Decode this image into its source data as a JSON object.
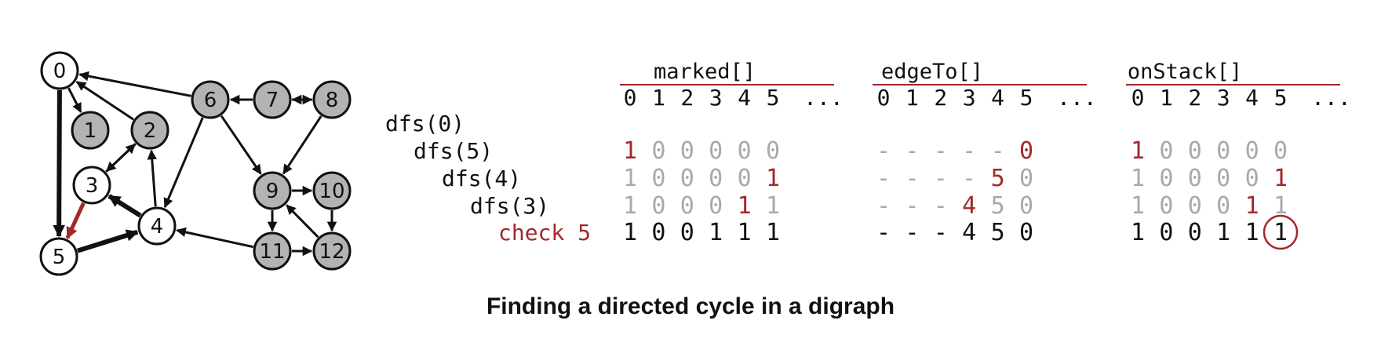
{
  "graph": {
    "nodes": [
      {
        "id": "0",
        "label": "0",
        "fill": "white"
      },
      {
        "id": "1",
        "label": "1",
        "fill": "gray"
      },
      {
        "id": "2",
        "label": "2",
        "fill": "gray"
      },
      {
        "id": "3",
        "label": "3",
        "fill": "white"
      },
      {
        "id": "4",
        "label": "4",
        "fill": "white"
      },
      {
        "id": "5",
        "label": "5",
        "fill": "white"
      },
      {
        "id": "6",
        "label": "6",
        "fill": "gray"
      },
      {
        "id": "7",
        "label": "7",
        "fill": "gray"
      },
      {
        "id": "8",
        "label": "8",
        "fill": "gray"
      },
      {
        "id": "9",
        "label": "9",
        "fill": "gray"
      },
      {
        "id": "10",
        "label": "10",
        "fill": "gray"
      },
      {
        "id": "11",
        "label": "11",
        "fill": "gray"
      },
      {
        "id": "12",
        "label": "12",
        "fill": "gray"
      }
    ],
    "edges": [
      {
        "from": "0",
        "to": "1",
        "style": "normal"
      },
      {
        "from": "0",
        "to": "5",
        "style": "thick"
      },
      {
        "from": "2",
        "to": "0",
        "style": "normal"
      },
      {
        "from": "2",
        "to": "3",
        "style": "normal"
      },
      {
        "from": "3",
        "to": "2",
        "style": "normal"
      },
      {
        "from": "3",
        "to": "5",
        "style": "red"
      },
      {
        "from": "4",
        "to": "2",
        "style": "normal"
      },
      {
        "from": "4",
        "to": "3",
        "style": "thick"
      },
      {
        "from": "5",
        "to": "4",
        "style": "thick"
      },
      {
        "from": "6",
        "to": "0",
        "style": "normal"
      },
      {
        "from": "6",
        "to": "4",
        "style": "normal"
      },
      {
        "from": "6",
        "to": "9",
        "style": "normal"
      },
      {
        "from": "7",
        "to": "6",
        "style": "normal"
      },
      {
        "from": "7",
        "to": "8",
        "style": "normal"
      },
      {
        "from": "8",
        "to": "7",
        "style": "normal"
      },
      {
        "from": "8",
        "to": "9",
        "style": "normal"
      },
      {
        "from": "9",
        "to": "10",
        "style": "normal"
      },
      {
        "from": "9",
        "to": "11",
        "style": "normal"
      },
      {
        "from": "10",
        "to": "12",
        "style": "normal"
      },
      {
        "from": "11",
        "to": "4",
        "style": "normal"
      },
      {
        "from": "11",
        "to": "12",
        "style": "normal"
      },
      {
        "from": "12",
        "to": "9",
        "style": "normal"
      }
    ]
  },
  "trace": {
    "headers": {
      "marked": "marked[]",
      "edgeTo": "edgeTo[]",
      "onStack": "onStack[]"
    },
    "index_cells": [
      "0",
      "1",
      "2",
      "3",
      "4",
      "5"
    ],
    "ellipsis": "...",
    "rows": [
      {
        "label": "dfs(0)",
        "label_color": "black",
        "indent": 0,
        "marked": [],
        "edgeTo": [],
        "onStack": []
      },
      {
        "label": "dfs(5)",
        "label_color": "black",
        "indent": 1,
        "marked": [
          {
            "v": "1",
            "c": "red"
          },
          {
            "v": "0",
            "c": "gray"
          },
          {
            "v": "0",
            "c": "gray"
          },
          {
            "v": "0",
            "c": "gray"
          },
          {
            "v": "0",
            "c": "gray"
          },
          {
            "v": "0",
            "c": "gray"
          }
        ],
        "edgeTo": [
          {
            "v": "-",
            "c": "gray"
          },
          {
            "v": "-",
            "c": "gray"
          },
          {
            "v": "-",
            "c": "gray"
          },
          {
            "v": "-",
            "c": "gray"
          },
          {
            "v": "-",
            "c": "gray"
          },
          {
            "v": "0",
            "c": "red"
          }
        ],
        "onStack": [
          {
            "v": "1",
            "c": "red"
          },
          {
            "v": "0",
            "c": "gray"
          },
          {
            "v": "0",
            "c": "gray"
          },
          {
            "v": "0",
            "c": "gray"
          },
          {
            "v": "0",
            "c": "gray"
          },
          {
            "v": "0",
            "c": "gray"
          }
        ]
      },
      {
        "label": "dfs(4)",
        "label_color": "black",
        "indent": 2,
        "marked": [
          {
            "v": "1",
            "c": "gray"
          },
          {
            "v": "0",
            "c": "gray"
          },
          {
            "v": "0",
            "c": "gray"
          },
          {
            "v": "0",
            "c": "gray"
          },
          {
            "v": "0",
            "c": "gray"
          },
          {
            "v": "1",
            "c": "red"
          }
        ],
        "edgeTo": [
          {
            "v": "-",
            "c": "gray"
          },
          {
            "v": "-",
            "c": "gray"
          },
          {
            "v": "-",
            "c": "gray"
          },
          {
            "v": "-",
            "c": "gray"
          },
          {
            "v": "5",
            "c": "red"
          },
          {
            "v": "0",
            "c": "gray"
          }
        ],
        "onStack": [
          {
            "v": "1",
            "c": "gray"
          },
          {
            "v": "0",
            "c": "gray"
          },
          {
            "v": "0",
            "c": "gray"
          },
          {
            "v": "0",
            "c": "gray"
          },
          {
            "v": "0",
            "c": "gray"
          },
          {
            "v": "1",
            "c": "red"
          }
        ]
      },
      {
        "label": "dfs(3)",
        "label_color": "black",
        "indent": 3,
        "marked": [
          {
            "v": "1",
            "c": "gray"
          },
          {
            "v": "0",
            "c": "gray"
          },
          {
            "v": "0",
            "c": "gray"
          },
          {
            "v": "0",
            "c": "gray"
          },
          {
            "v": "1",
            "c": "red"
          },
          {
            "v": "1",
            "c": "gray"
          }
        ],
        "edgeTo": [
          {
            "v": "-",
            "c": "gray"
          },
          {
            "v": "-",
            "c": "gray"
          },
          {
            "v": "-",
            "c": "gray"
          },
          {
            "v": "4",
            "c": "red"
          },
          {
            "v": "5",
            "c": "gray"
          },
          {
            "v": "0",
            "c": "gray"
          }
        ],
        "onStack": [
          {
            "v": "1",
            "c": "gray"
          },
          {
            "v": "0",
            "c": "gray"
          },
          {
            "v": "0",
            "c": "gray"
          },
          {
            "v": "0",
            "c": "gray"
          },
          {
            "v": "1",
            "c": "red"
          },
          {
            "v": "1",
            "c": "gray"
          }
        ]
      },
      {
        "label": "check 5",
        "label_color": "red",
        "indent": 4,
        "marked": [
          {
            "v": "1",
            "c": "black"
          },
          {
            "v": "0",
            "c": "black"
          },
          {
            "v": "0",
            "c": "black"
          },
          {
            "v": "1",
            "c": "black"
          },
          {
            "v": "1",
            "c": "black"
          },
          {
            "v": "1",
            "c": "black"
          }
        ],
        "edgeTo": [
          {
            "v": "-",
            "c": "black"
          },
          {
            "v": "-",
            "c": "black"
          },
          {
            "v": "-",
            "c": "black"
          },
          {
            "v": "4",
            "c": "black"
          },
          {
            "v": "5",
            "c": "black"
          },
          {
            "v": "0",
            "c": "black"
          }
        ],
        "onStack": [
          {
            "v": "1",
            "c": "black"
          },
          {
            "v": "0",
            "c": "black"
          },
          {
            "v": "0",
            "c": "black"
          },
          {
            "v": "1",
            "c": "black"
          },
          {
            "v": "1",
            "c": "black"
          },
          {
            "v": "1",
            "c": "black",
            "circled": true
          }
        ]
      }
    ]
  },
  "caption": "Finding a directed cycle in a digraph",
  "colors": {
    "red": "#a3282b",
    "gray": "#a9a9a9",
    "black": "#111111",
    "node_gray": "#b3b3b3",
    "node_white": "#ffffff"
  }
}
